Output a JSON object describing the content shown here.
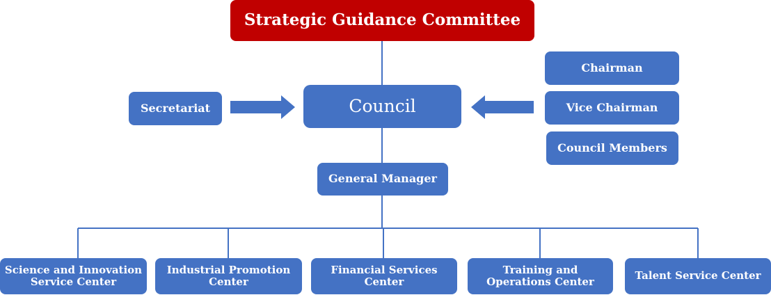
{
  "top": {
    "label": "Strategic Guidance Committee",
    "color": "#C00000"
  },
  "council": {
    "label": "Council"
  },
  "secretariat": {
    "label": "Secretariat"
  },
  "right_members": [
    {
      "label": "Chairman"
    },
    {
      "label": "Vice Chairman"
    },
    {
      "label": "Council Members"
    }
  ],
  "general_manager": {
    "label": "General Manager"
  },
  "centers": [
    {
      "label": "Science and Innovation\nService Center"
    },
    {
      "label": "Industrial Promotion\nCenter"
    },
    {
      "label": "Financial Services\nCenter"
    },
    {
      "label": "Training and\nOperations Center"
    },
    {
      "label": "Talent Service Center"
    }
  ],
  "colors": {
    "box": "#4472C4",
    "line": "#4472C4",
    "accent": "#C00000"
  }
}
